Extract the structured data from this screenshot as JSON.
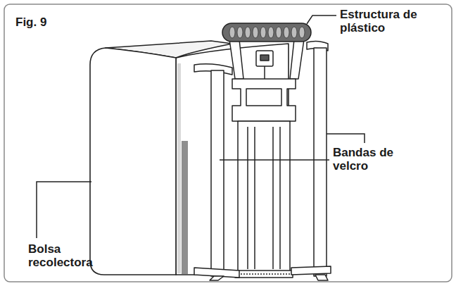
{
  "diagram": {
    "title": "Fig. 9",
    "labels": [
      "Estructura de plástico",
      "Bandas de velcro",
      "Bolsa recolectora"
    ]
  }
}
